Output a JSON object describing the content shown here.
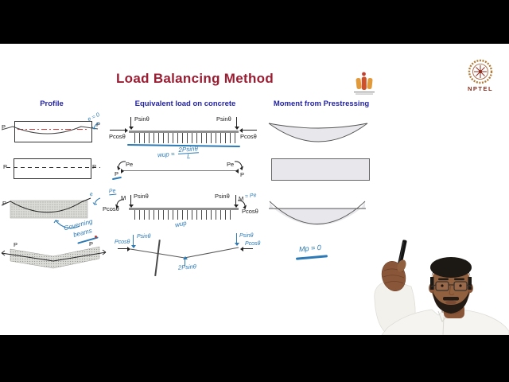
{
  "colors": {
    "title_red": "#9b1c31",
    "header_navy": "#2323a8",
    "handwriting_blue": "#2b79b5",
    "letterbox_black": "#000000",
    "moment_fill": "#e8e8ec"
  },
  "title": "Load Balancing Method",
  "columns": {
    "profile": "Profile",
    "equivalent": "Equivalent load on concrete",
    "moment": "Moment from Prestressing"
  },
  "r1": {
    "p_left": "P",
    "p_right": "P",
    "e_note": "e = 0",
    "psin_left": "Psinθ",
    "psin_right": "Psinθ",
    "pcos_left": "Pcosθ",
    "pcos_right": "Pcosθ",
    "w_lhs": "wup =",
    "w_num": "2Psinθ",
    "w_den": "L"
  },
  "r2": {
    "p_left": "P",
    "p_right": "P",
    "pe_left": "Pe",
    "p_ax_left": "P",
    "pe_right": "Pe",
    "p_ax_right": "P"
  },
  "r3": {
    "p_left": "P",
    "e_note": "e",
    "pe_note": "Pe",
    "m_left": "M",
    "m_right": "M",
    "m_eq": "= Pe",
    "psin_left": "Psinθ",
    "psin_right": "Psinθ",
    "pcos_left": "Pcosθ",
    "pcos_right": "Pcosθ",
    "w_note": "wup",
    "note1": "Governing",
    "note2": "beams"
  },
  "r4": {
    "p_left": "P",
    "p_right": "P",
    "pcos_left": "Pcosθ",
    "psin_left": "Psinθ",
    "psin_right": "Psinθ",
    "pcos_right": "Pcosθ",
    "center_force": "2Psinθ",
    "m_note": "Mp = 0"
  },
  "logos": {
    "nptel": "NPTEL"
  }
}
